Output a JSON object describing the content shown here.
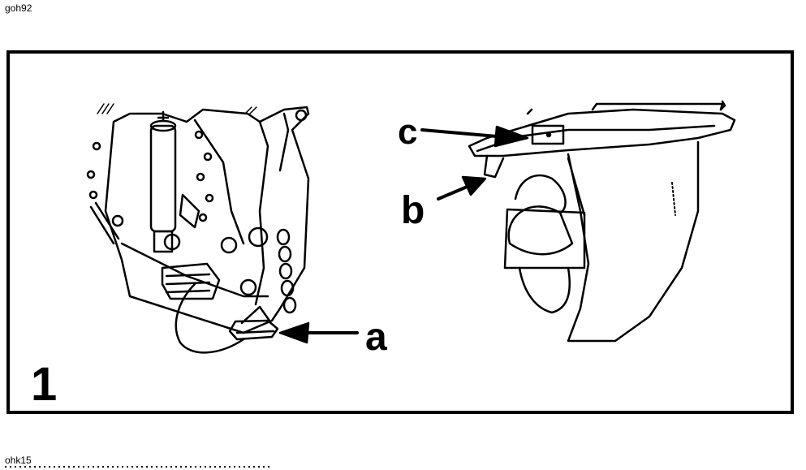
{
  "header": {
    "code": "goh92"
  },
  "footer": {
    "code": "ohk15"
  },
  "figure": {
    "number": "1",
    "labels": {
      "a": "a",
      "b": "b",
      "c": "c"
    }
  },
  "colors": {
    "ink": "#000000",
    "paper": "#ffffff"
  }
}
